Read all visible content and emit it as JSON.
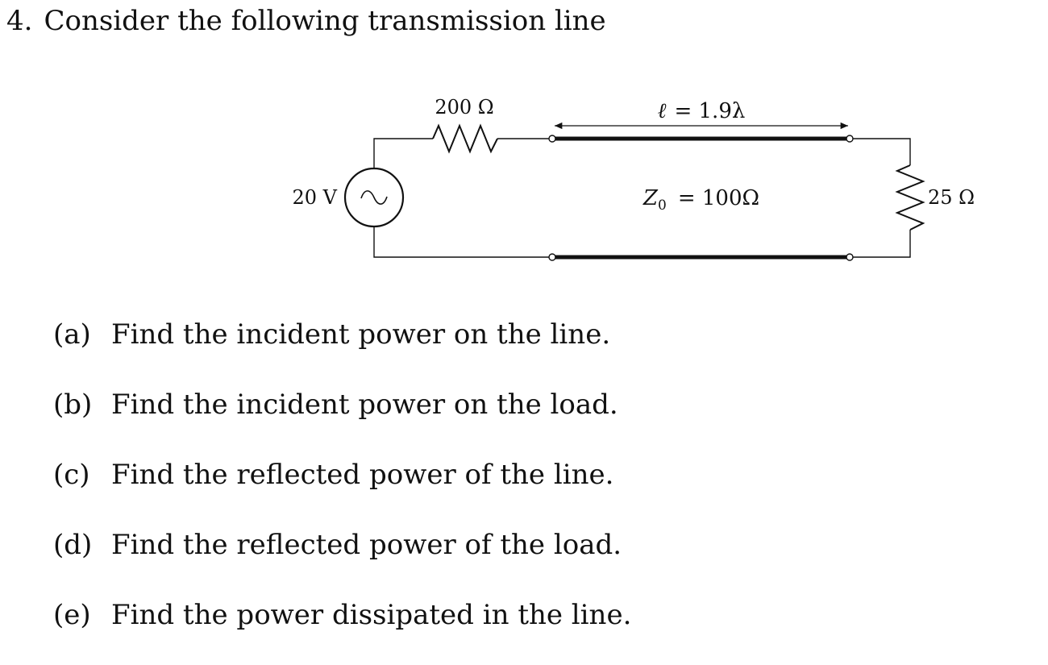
{
  "problem": {
    "number": "4.",
    "title": "Consider the following transmission line"
  },
  "circuit": {
    "source": {
      "voltage_label": "20 V",
      "symbol": "ac-source-icon"
    },
    "series_resistor": {
      "label": "200 Ω"
    },
    "line": {
      "length_symbol": "ℓ",
      "length_value": "= 1.9λ",
      "impedance_symbol": "Z",
      "impedance_subscript": "0",
      "impedance_value": "= 100Ω"
    },
    "load": {
      "label": "25 Ω"
    }
  },
  "parts": [
    {
      "marker": "(a)",
      "text": "Find the incident power on the line."
    },
    {
      "marker": "(b)",
      "text": "Find the incident power on the load."
    },
    {
      "marker": "(c)",
      "text": "Find the reflected power of the line."
    },
    {
      "marker": "(d)",
      "text": "Find the reflected power of the load."
    },
    {
      "marker": "(e)",
      "text": "Find the power dissipated in the line."
    }
  ]
}
